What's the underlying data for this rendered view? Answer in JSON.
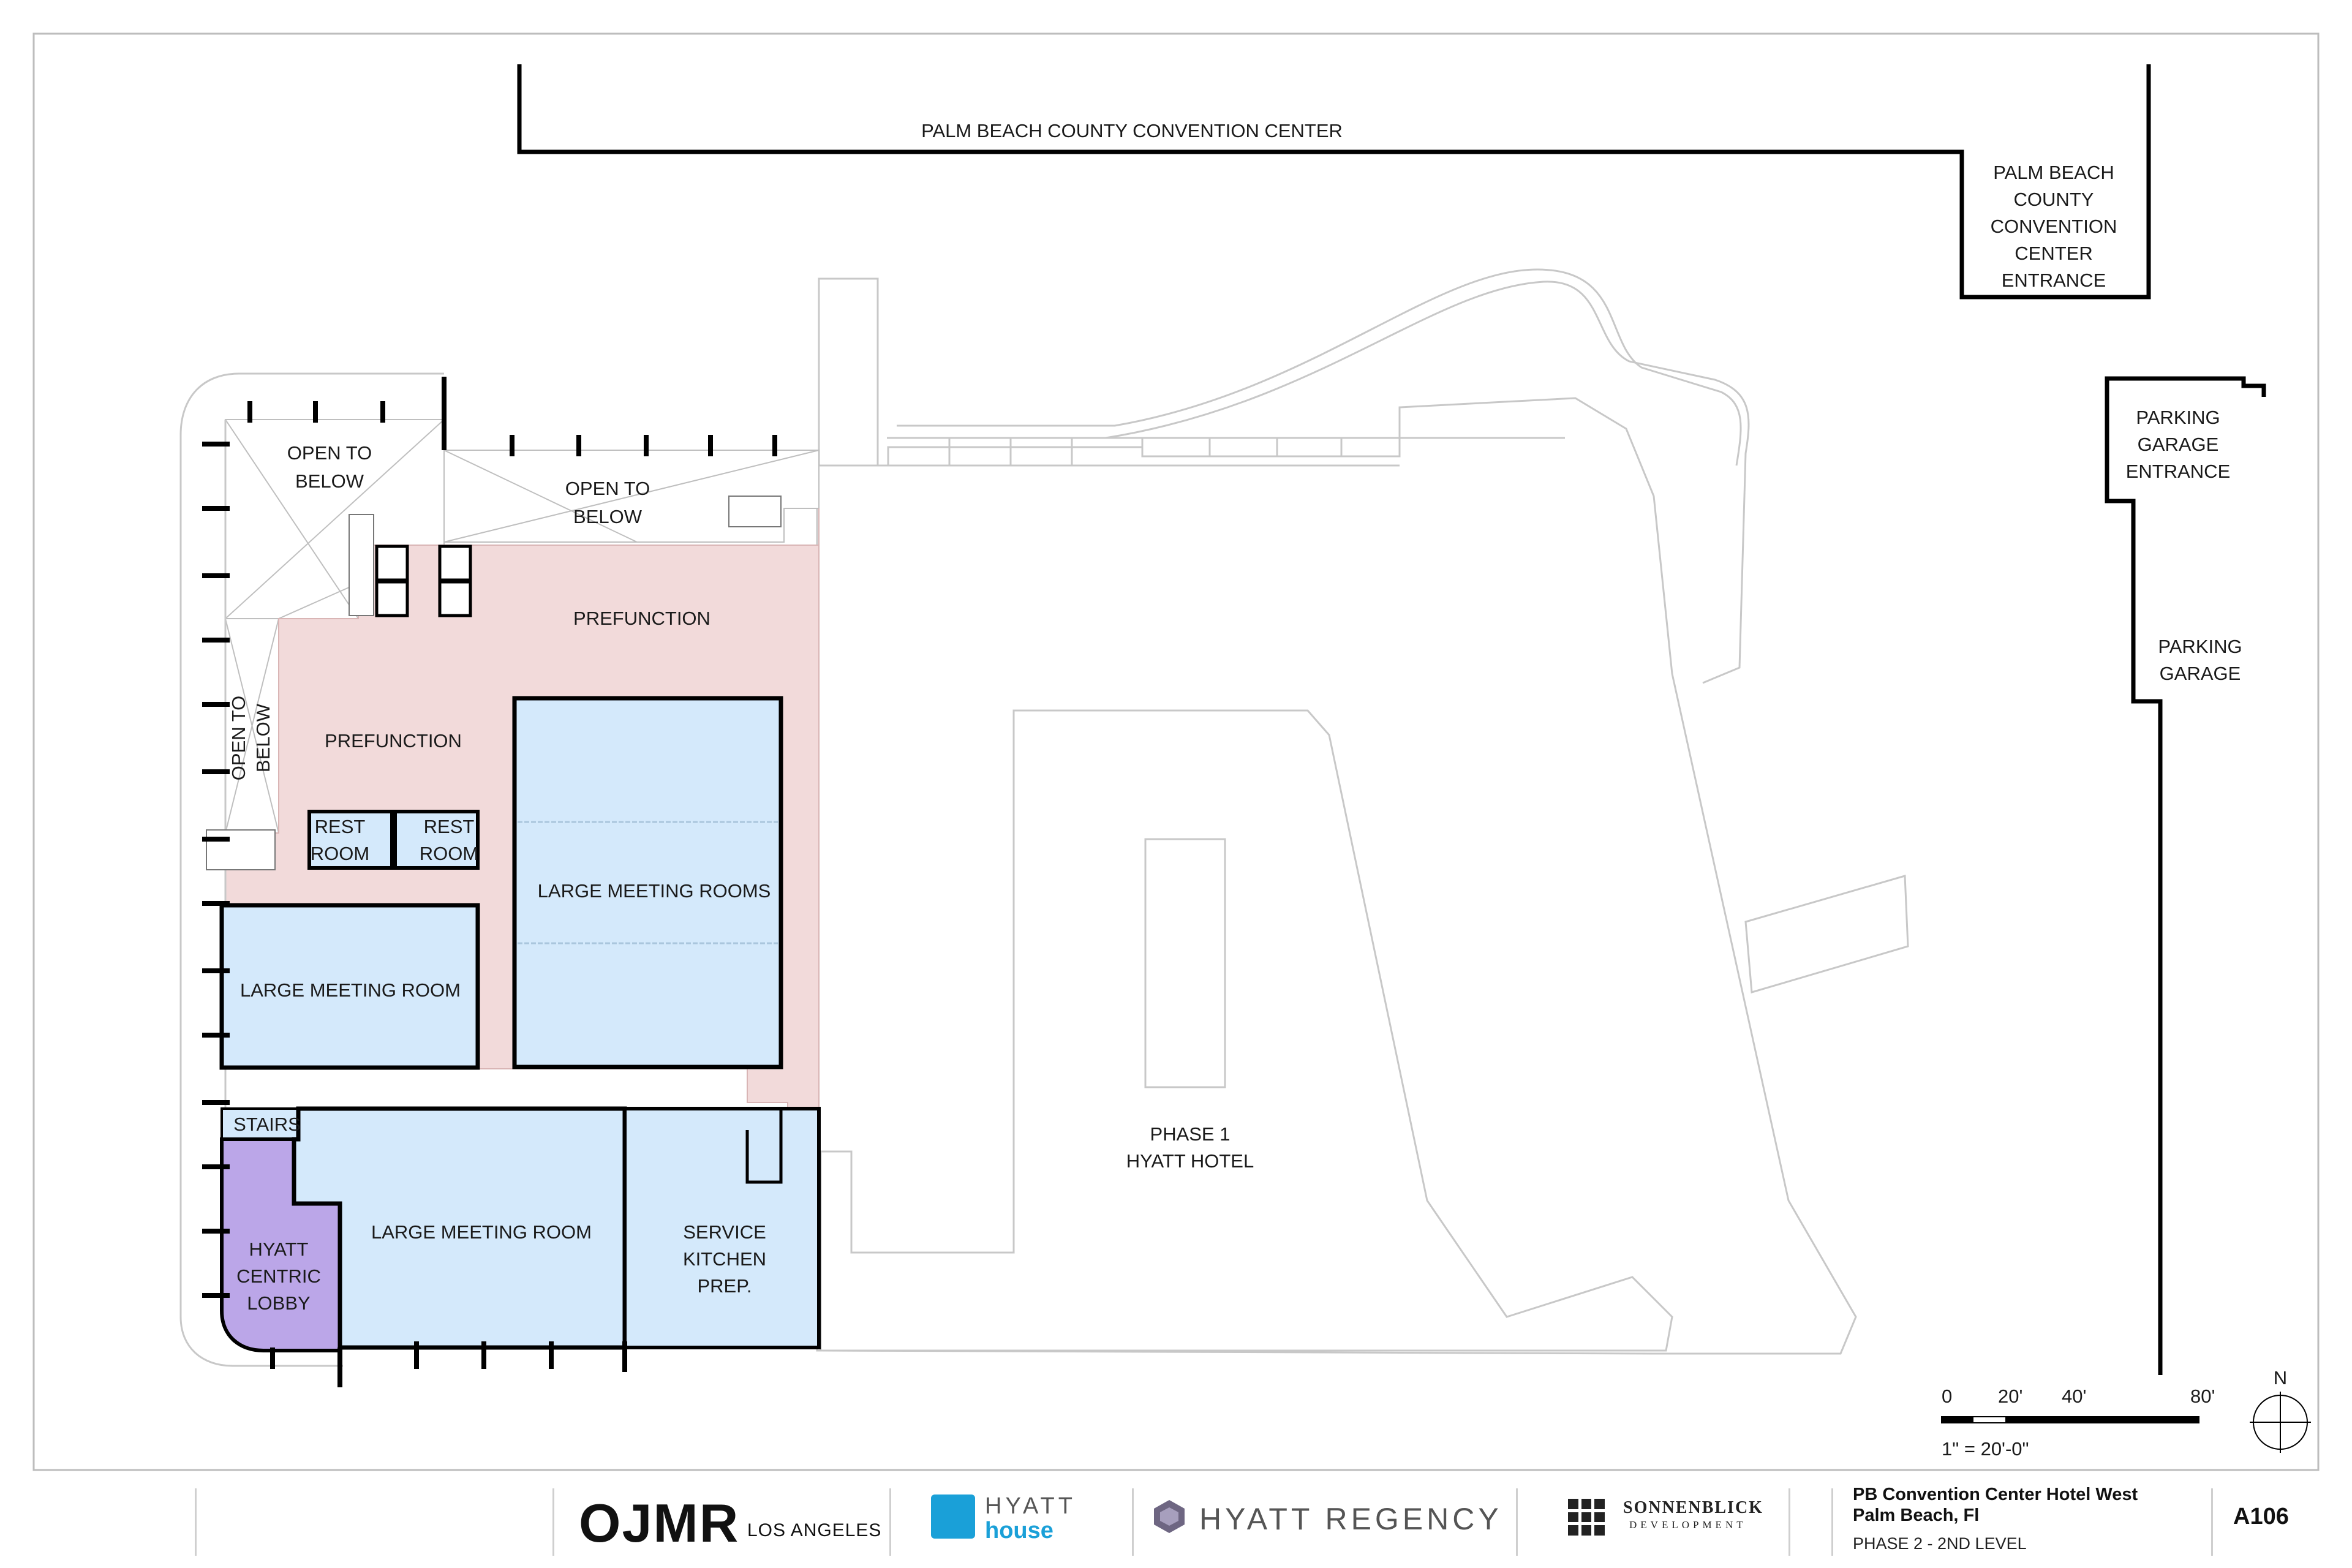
{
  "labels": {
    "convention_center": "PALM BEACH COUNTY CONVENTION CENTER",
    "cc_entrance": [
      "PALM BEACH",
      "COUNTY",
      "CONVENTION",
      "CENTER",
      "ENTRANCE"
    ],
    "parking_entrance": [
      "PARKING",
      "GARAGE",
      "ENTRANCE"
    ],
    "parking_garage": [
      "PARKING",
      "GARAGE"
    ],
    "open_below_1": [
      "OPEN TO",
      "BELOW"
    ],
    "open_below_2": [
      "OPEN TO",
      "BELOW"
    ],
    "open_below_3": [
      "OPEN TO",
      "BELOW"
    ],
    "prefunction_top": "PREFUNCTION",
    "prefunction_left": "PREFUNCTION",
    "rest_room_1": [
      "REST",
      "ROOM"
    ],
    "rest_room_2": [
      "REST",
      "ROOM"
    ],
    "large_meeting_rooms": "LARGE MEETING ROOMS",
    "large_meeting_room_left": "LARGE MEETING ROOM",
    "large_meeting_room_bottom": "LARGE MEETING ROOM",
    "stairs": "STAIRS",
    "lobby": [
      "HYATT",
      "CENTRIC",
      "LOBBY"
    ],
    "service_kitchen": [
      "SERVICE",
      "KITCHEN",
      "PREP."
    ],
    "phase1": [
      "PHASE 1",
      "HYATT HOTEL"
    ]
  },
  "scale_bar": {
    "ticks": [
      "0",
      "20'",
      "40'",
      "80'"
    ],
    "note": "1\" = 20'-0\""
  },
  "north": "N",
  "title_block": {
    "ojmr": "OJMR",
    "ojmr_city": "LOS ANGELES",
    "hyatt_house_1": "HYATT",
    "hyatt_house_2": "house",
    "hyatt_regency": "HYATT REGENCY",
    "sonnenblick_1": "SONNENBLICK",
    "sonnenblick_2": "DEVELOPMENT",
    "project_name": "PB Convention Center Hotel West",
    "project_city": "Palm Beach, Fl",
    "sheet_desc": "PHASE 2 - 2ND LEVEL",
    "sheet_number": "A106"
  },
  "colors": {
    "prefunction": "#f2dada",
    "meeting": "#d4e9fb",
    "lobby": "#bba6e8",
    "wall": "#000000",
    "outline": "#c8c8c8"
  }
}
